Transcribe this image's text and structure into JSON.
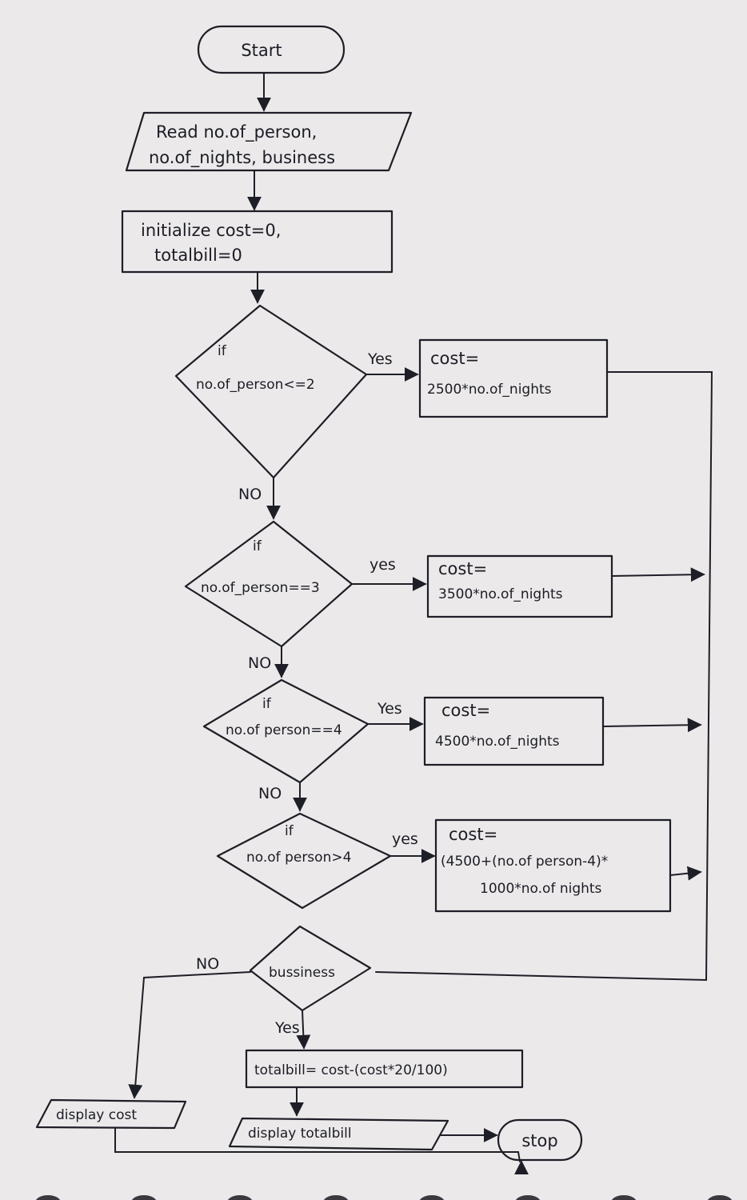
{
  "flowchart": {
    "start": "Start",
    "read_input": {
      "line1": "Read no.of_person,",
      "line2": "no.of_nights, business"
    },
    "init": {
      "line1": "initialize cost=0,",
      "line2": "totalbill=0"
    },
    "decision1": {
      "line1": "if",
      "line2": "no.of_person<=2"
    },
    "process1": {
      "line1": "cost=",
      "line2": "2500*no.of_nights"
    },
    "decision2": {
      "line1": "if",
      "line2": "no.of_person==3"
    },
    "process2": {
      "line1": "cost=",
      "line2": "3500*no.of_nights"
    },
    "decision3": {
      "line1": "if",
      "line2": "no.of person==4"
    },
    "process3": {
      "line1": "cost=",
      "line2": "4500*no.of_nights"
    },
    "decision4": {
      "line1": "if",
      "line2": "no.of person>4"
    },
    "process4": {
      "line1": "cost=",
      "line2": "(4500+(no.of person-4)*",
      "line3": "1000*no.of nights"
    },
    "decision5": {
      "label": "bussiness"
    },
    "process5": {
      "label": "totalbill= cost-(cost*20/100)"
    },
    "output_cost": {
      "label": "display cost"
    },
    "output_totalbill": {
      "label": "display totalbill"
    },
    "stop": "stop",
    "labels": {
      "yes1": "Yes",
      "yes2": "yes",
      "yes3": "Yes",
      "yes4": "yes",
      "yes5": "Yes",
      "no1": "NO",
      "no2": "NO",
      "no3": "NO",
      "no5": "NO"
    }
  }
}
